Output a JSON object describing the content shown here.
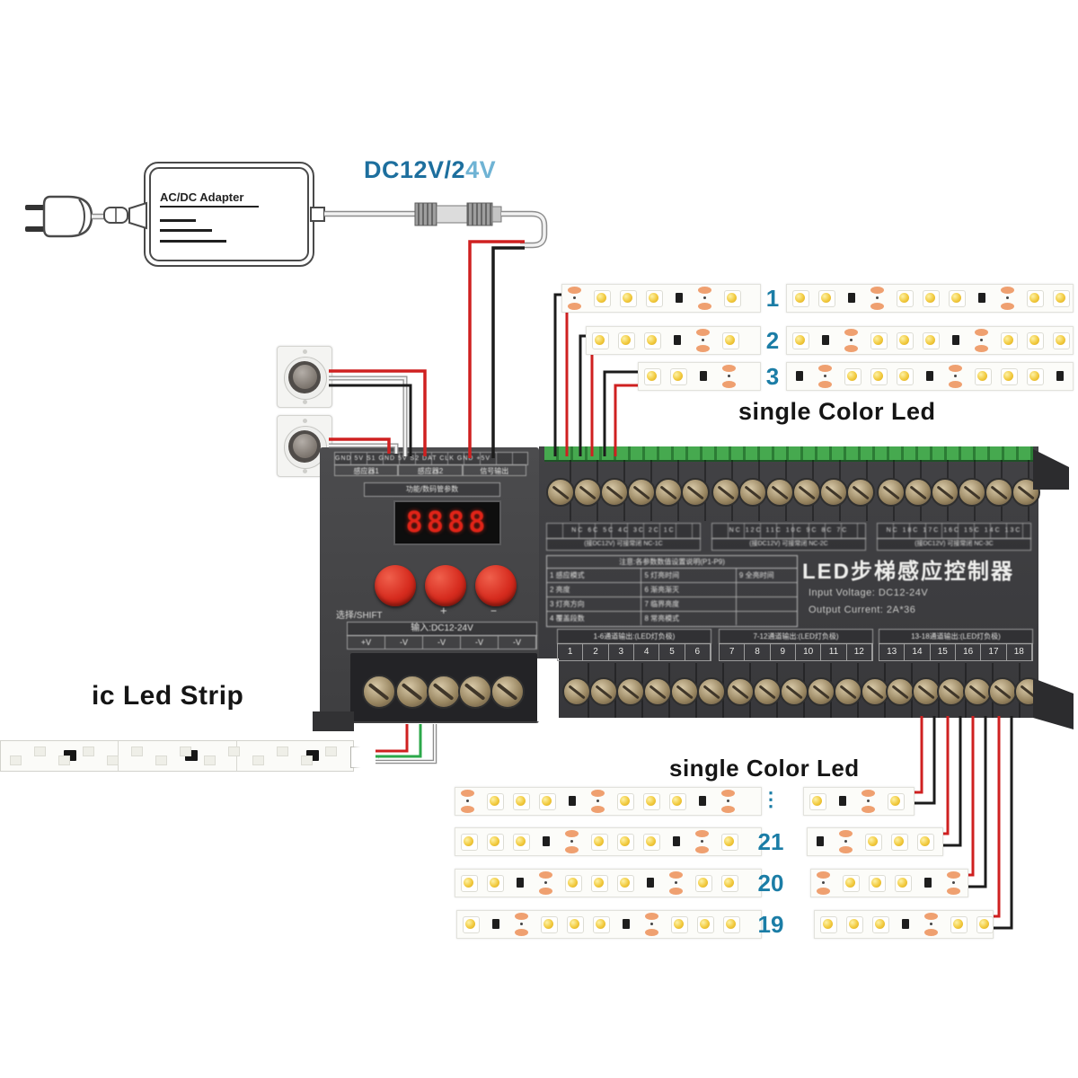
{
  "labels": {
    "adapter": "AC/DC Adapter",
    "dc_voltage_dark": "DC12V/2",
    "dc_voltage_light": "4V",
    "single_color_top": "single Color Led",
    "single_color_bottom": "single Color Led",
    "ic_strip": "ic Led Strip"
  },
  "strips": {
    "top_rows": [
      {
        "number": "1"
      },
      {
        "number": "2"
      },
      {
        "number": "3"
      }
    ],
    "bottom_rows": [
      {
        "number": "⋮"
      },
      {
        "number": "21"
      },
      {
        "number": "20"
      },
      {
        "number": "19"
      }
    ]
  },
  "controller": {
    "display_value": "8888",
    "top_panel": {
      "row1": "GND 5V S1 GND 5V S2 DAT CLK GND +5V",
      "row2": [
        "感应器1",
        "感应器2",
        "信号输出"
      ],
      "row3": "功能/数码管参数"
    },
    "buttons": [
      "选择/SHIFT",
      "+",
      "−"
    ],
    "power_strip": {
      "label": "输入:DC12-24V",
      "cells": [
        "+V",
        "-V",
        "-V",
        "-V",
        "-V"
      ]
    },
    "title": "LED步梯感应控制器",
    "input_voltage": "Input Voltage: DC12-24V",
    "output_current": "Output Current: 2A*36",
    "spec_table": {
      "header": "注意:各参数数值设置说明(P1-P9)",
      "rows": [
        [
          "1 感应模式",
          "5 灯亮时间",
          "9 全亮时间"
        ],
        [
          "2 亮度",
          "6 渐亮渐灭",
          ""
        ],
        [
          "3 灯亮方向",
          "7 临界亮度",
          ""
        ],
        [
          "4 覆盖段数",
          "8 常亮模式",
          ""
        ]
      ]
    },
    "channel_groups": [
      {
        "designators": "NC 6C 5C 4C 3C 2C 1C",
        "note": "(接DC12V) 可接常闭 NC-1C",
        "label": "1-6通道输出:(LED灯负极)",
        "numbers": [
          "1",
          "2",
          "3",
          "4",
          "5",
          "6"
        ]
      },
      {
        "designators": "NC 12C 11C 10C 9C 8C 7C",
        "note": "(接DC12V) 可接常闭 NC-2C",
        "label": "7-12通道输出:(LED灯负极)",
        "numbers": [
          "7",
          "8",
          "9",
          "10",
          "11",
          "12"
        ]
      },
      {
        "designators": "NC 18C 17C 16C 15C 14C 13C",
        "note": "(接DC12V) 可接常闭 NC-3C",
        "label": "13-18通道输出:(LED灯负极)",
        "numbers": [
          "13",
          "14",
          "15",
          "16",
          "17",
          "18"
        ]
      }
    ]
  },
  "colors": {
    "number_teal": "#1b7da6",
    "dc_blue_dark": "#1d6f9e",
    "dc_blue_light": "#6fb3d4",
    "wire_red": "#cf2020",
    "wire_black": "#1c1c1c",
    "wire_green": "#2ba84a",
    "led_gold": "#eec63e",
    "pad_orange": "#efa070"
  }
}
